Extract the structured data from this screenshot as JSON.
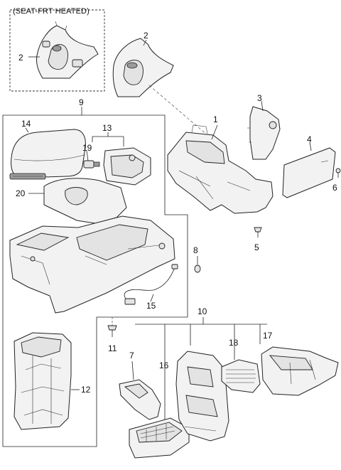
{
  "diagram": {
    "note": "(SEAT-FRT HEATED)",
    "callouts": [
      {
        "id": "c2a",
        "label": "2"
      },
      {
        "id": "c2b",
        "label": "2"
      },
      {
        "id": "c1",
        "label": "1"
      },
      {
        "id": "c3",
        "label": "3"
      },
      {
        "id": "c4",
        "label": "4"
      },
      {
        "id": "c6",
        "label": "6"
      },
      {
        "id": "c5",
        "label": "5"
      },
      {
        "id": "c9",
        "label": "9"
      },
      {
        "id": "c14",
        "label": "14"
      },
      {
        "id": "c13",
        "label": "13"
      },
      {
        "id": "c19",
        "label": "19"
      },
      {
        "id": "c20",
        "label": "20"
      },
      {
        "id": "c8",
        "label": "8"
      },
      {
        "id": "c15",
        "label": "15"
      },
      {
        "id": "c10",
        "label": "10"
      },
      {
        "id": "c11",
        "label": "11"
      },
      {
        "id": "c12",
        "label": "12"
      },
      {
        "id": "c7",
        "label": "7"
      },
      {
        "id": "c16",
        "label": "16"
      },
      {
        "id": "c18",
        "label": "18"
      },
      {
        "id": "c17",
        "label": "17"
      }
    ]
  }
}
